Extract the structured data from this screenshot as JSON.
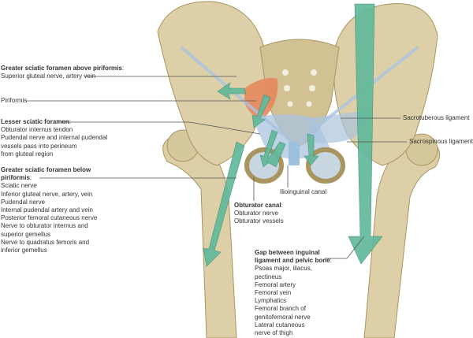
{
  "colors": {
    "bone": "#ddd0a8",
    "bone_shade": "#b5a271",
    "arrow": "#62b99b",
    "muscle": "#e6875d",
    "ligament": "#a9c3dd"
  },
  "labels": {
    "gsf_above": {
      "title": "Greater sciatic foramen above piriformis",
      "items": [
        "Superior gluteal nerve, artery vein"
      ]
    },
    "piriformis": "Piriformis",
    "lsf": {
      "title": "Lesser sciatic foramen",
      "items": [
        "Obturator internus tendon",
        "Pudendal nerve and internal pudendal",
        "vessels pass into perineum",
        "from gluteal region"
      ]
    },
    "gsf_below": {
      "title_1": "Greater sciatic foramen below",
      "title_2": "piriformis",
      "items": [
        "Sciatic nerve",
        "Inferior gluteal nerve, artery, vein",
        "Pudendal nerve",
        "Internal pudendal artery and vein",
        "Posterior femoral cutaneous nerve",
        "Nerve to obturator internus and",
        "superior gemellus",
        "Nerve to quadratus femoris and",
        "inferior gemellus"
      ]
    },
    "sacrotuberous": "Sacrotuberous ligament",
    "sacrospinous": "Sacrospinous ligament",
    "ilioinguinal": "Ilioinguinal canal",
    "obturator": {
      "title": "Obturator canal",
      "items": [
        "Obturator nerve",
        "Obturator vessels"
      ]
    },
    "gap": {
      "title_1": "Gap between inguinal",
      "title_2": "ligament and pelvic bone",
      "items": [
        "Psoas major, iliacus,",
        "pectineus",
        "Femoral artery",
        "Femoral vein",
        "Lymphatics",
        "Femoral branch of",
        "genitofemoral nerve",
        "Lateral cutaneous",
        "nerve of thigh"
      ]
    }
  }
}
